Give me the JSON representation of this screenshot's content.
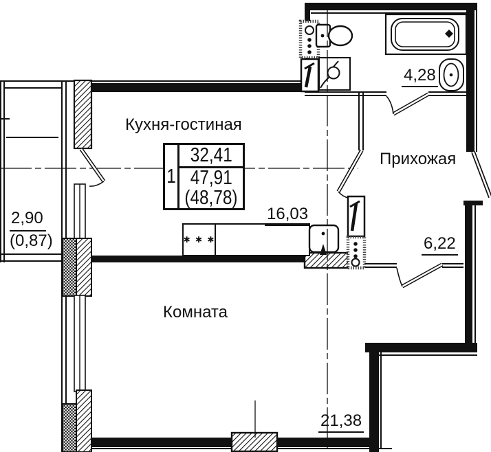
{
  "plan": {
    "kitchen_living": {
      "label": "Кухня-гостиная",
      "area": "16,03"
    },
    "hallway": {
      "label": "Прихожая",
      "area": "6,22"
    },
    "room": {
      "label": "Комната",
      "area": "21,38"
    },
    "bathroom": {
      "area": "4,28"
    },
    "balcony": {
      "area": "2,90",
      "area_coeff": "(0,87)"
    },
    "summary": {
      "room_count": "1",
      "living_area": "32,41",
      "total_area": "47,91",
      "total_area_with_balcony": "(48,78)"
    },
    "stove_stars": "✱ ✱ ✱"
  },
  "colors": {
    "ink": "#111111",
    "shaft_gray": "#444444",
    "paper": "#ffffff"
  }
}
